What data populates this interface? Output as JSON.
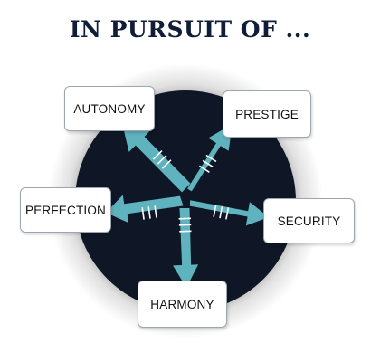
{
  "title": "IN PURSUIT OF ...",
  "colors": {
    "title": "#0f1e36",
    "circle": "#0f1726",
    "arrow": "#5fb3be",
    "arrow_stripe": "#ffffff",
    "box_border": "#9aa7b3"
  },
  "nodes": [
    {
      "id": "autonomy",
      "label": "AUTONOMY"
    },
    {
      "id": "prestige",
      "label": "PRESTIGE"
    },
    {
      "id": "perfection",
      "label": "PERFECTION"
    },
    {
      "id": "security",
      "label": "SECURITY"
    },
    {
      "id": "harmony",
      "label": "HARMONY"
    }
  ]
}
